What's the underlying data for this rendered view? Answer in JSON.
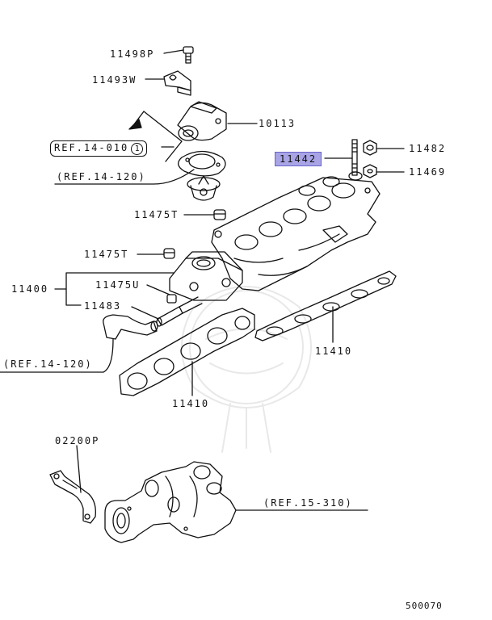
{
  "labels": {
    "p11498P": "11498P",
    "p11493W": "11493W",
    "p10113": "10113",
    "ref14_010": "REF.14-010",
    "ref14_010_circle": "1",
    "ref14_120_a": "(REF.14-120)",
    "p11442": "11442",
    "p11482": "11482",
    "p11469": "11469",
    "p11475T_a": "11475T",
    "p11475T_b": "11475T",
    "p11400": "11400",
    "p11475U": "11475U",
    "p11483": "11483",
    "ref14_120_b": "(REF.14-120)",
    "p11410_a": "11410",
    "p11410_b": "11410",
    "p02200P": "02200P",
    "ref15_310": "(REF.15-310)",
    "diagram_code": "500070"
  },
  "colors": {
    "highlight": "#a8a4e6",
    "line": "#111111"
  }
}
